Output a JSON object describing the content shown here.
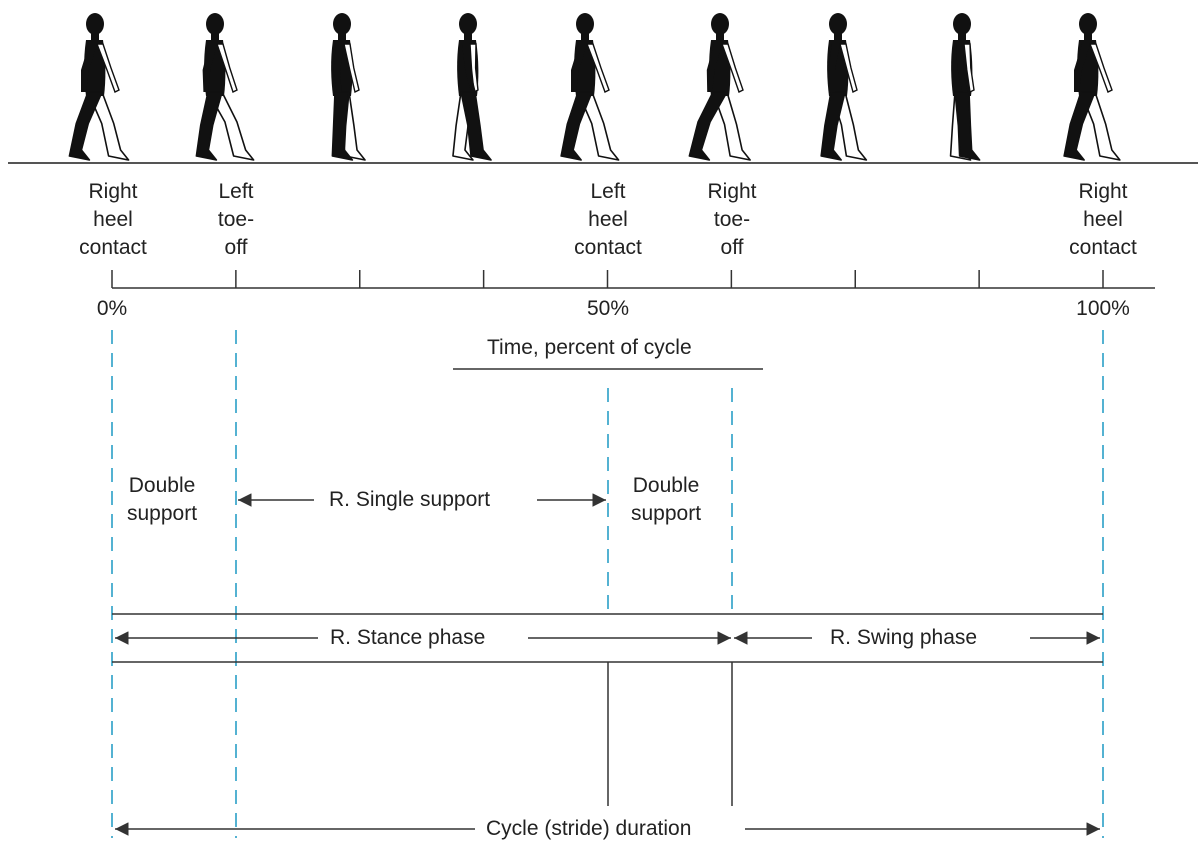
{
  "events": [
    {
      "lines": [
        "Right",
        "heel",
        "contact"
      ]
    },
    {
      "lines": [
        "Left",
        "toe-",
        "off"
      ]
    },
    {
      "lines": [
        "Left",
        "heel",
        "contact"
      ]
    },
    {
      "lines": [
        "Right",
        "toe-",
        "off"
      ]
    },
    {
      "lines": [
        "Right",
        "heel",
        "contact"
      ]
    }
  ],
  "percent_labels": [
    "0%",
    "50%",
    "100%"
  ],
  "axis_title": "Time, percent of cycle",
  "phases": {
    "double_support_1": [
      "Double",
      "support"
    ],
    "single_support": "R. Single support",
    "double_support_2": [
      "Double",
      "support"
    ],
    "stance": "R. Stance phase",
    "swing": "R. Swing phase",
    "cycle": "Cycle (stride) duration"
  },
  "figures": {
    "count": 9,
    "icon": "walking-figure-icon"
  },
  "colors": {
    "line": "#333333",
    "dashed": "#2a9fc7",
    "figure": "#111111",
    "figure_light": "#ffffff"
  }
}
